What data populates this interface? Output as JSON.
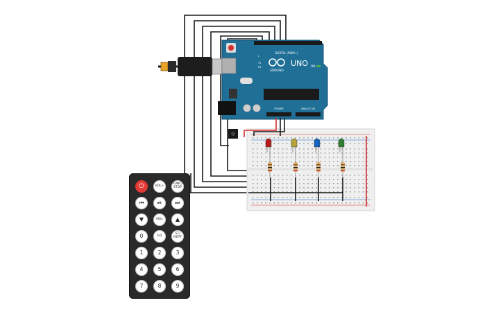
{
  "arduino": {
    "brand": "ARDUINO",
    "model": "UNO",
    "digital_label": "DIGITAL (PWM~)",
    "power_label": "POWER",
    "analog_label": "ANALOG IN",
    "on_label": "ON",
    "tx_label": "TX",
    "rx_label": "RX",
    "l_label": "L"
  },
  "remote": {
    "buttons": [
      {
        "id": "power",
        "label": "⏻",
        "kind": "power"
      },
      {
        "id": "vol-up",
        "label": "VOL+",
        "kind": "small"
      },
      {
        "id": "func-stop",
        "label": "FUNC/ STOP",
        "kind": "small"
      },
      {
        "id": "prev",
        "label": "⏮",
        "kind": "icon"
      },
      {
        "id": "play-pause",
        "label": "⏯",
        "kind": "icon"
      },
      {
        "id": "next",
        "label": "⏭",
        "kind": "icon"
      },
      {
        "id": "down",
        "label": "▼",
        "kind": "icon"
      },
      {
        "id": "vol-down",
        "label": "VOL-",
        "kind": "small"
      },
      {
        "id": "up",
        "label": "▲",
        "kind": "icon"
      },
      {
        "id": "zero",
        "label": "0",
        "kind": "num"
      },
      {
        "id": "eq",
        "label": "EQ",
        "kind": "small"
      },
      {
        "id": "st-rept",
        "label": "ST/ REPT",
        "kind": "small"
      },
      {
        "id": "one",
        "label": "1",
        "kind": "num"
      },
      {
        "id": "two",
        "label": "2",
        "kind": "num"
      },
      {
        "id": "three",
        "label": "3",
        "kind": "num"
      },
      {
        "id": "four",
        "label": "4",
        "kind": "num"
      },
      {
        "id": "five",
        "label": "5",
        "kind": "num"
      },
      {
        "id": "six",
        "label": "6",
        "kind": "num"
      },
      {
        "id": "seven",
        "label": "7",
        "kind": "num"
      },
      {
        "id": "eight",
        "label": "8",
        "kind": "num"
      },
      {
        "id": "nine",
        "label": "9",
        "kind": "num"
      }
    ]
  },
  "leds": [
    {
      "id": "led-red",
      "color": "#b71c1c"
    },
    {
      "id": "led-yellow",
      "color": "#b5a33a"
    },
    {
      "id": "led-blue",
      "color": "#1565c0"
    },
    {
      "id": "led-green",
      "color": "#2e7d32"
    }
  ],
  "colors": {
    "arduino_blue": "#1f6f97",
    "breadboard": "#efefef",
    "wire_black": "#1a1a1a",
    "wire_red": "#d32f2f",
    "remote_body": "#2a2a2a"
  }
}
